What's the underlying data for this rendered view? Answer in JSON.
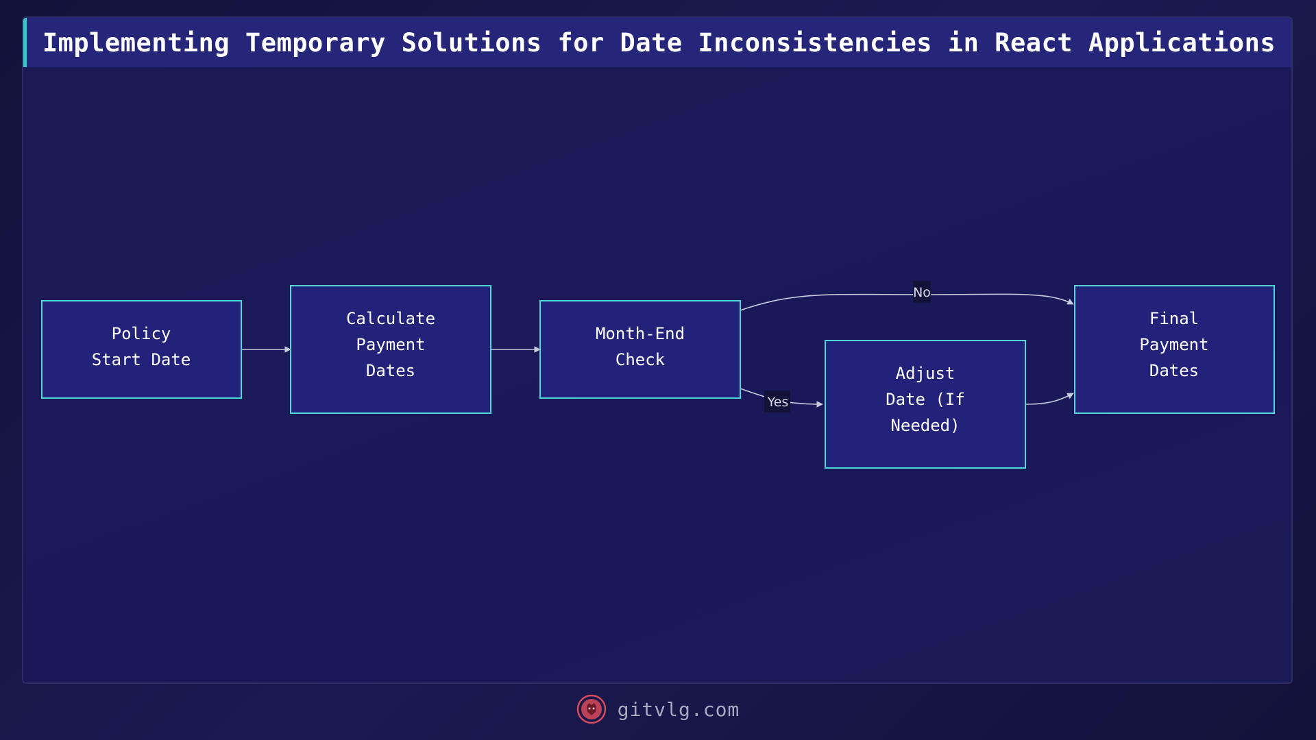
{
  "title": "Implementing Temporary Solutions for Date Inconsistencies in React Applications",
  "nodes": [
    {
      "id": "policy",
      "lines": [
        "Policy",
        "Start Date"
      ]
    },
    {
      "id": "calc",
      "lines": [
        "Calculate",
        "Payment",
        "Dates"
      ]
    },
    {
      "id": "check",
      "lines": [
        "Month-End",
        "Check"
      ]
    },
    {
      "id": "adjust",
      "lines": [
        "Adjust",
        "Date (If",
        "Needed)"
      ]
    },
    {
      "id": "final",
      "lines": [
        "Final",
        "Payment",
        "Dates"
      ]
    }
  ],
  "edges": [
    {
      "from": "policy",
      "to": "calc",
      "label": ""
    },
    {
      "from": "calc",
      "to": "check",
      "label": ""
    },
    {
      "from": "check",
      "to": "final",
      "label": "No"
    },
    {
      "from": "check",
      "to": "adjust",
      "label": "Yes"
    },
    {
      "from": "adjust",
      "to": "final",
      "label": ""
    }
  ],
  "footer": {
    "text": "gitvlg.com",
    "logo_icon": "lion-logo-icon"
  },
  "colors": {
    "node_fill": "#23227a",
    "node_border": "#4fd6d6",
    "title_accent": "#3fc7c7",
    "logo": "#d94a5a"
  }
}
